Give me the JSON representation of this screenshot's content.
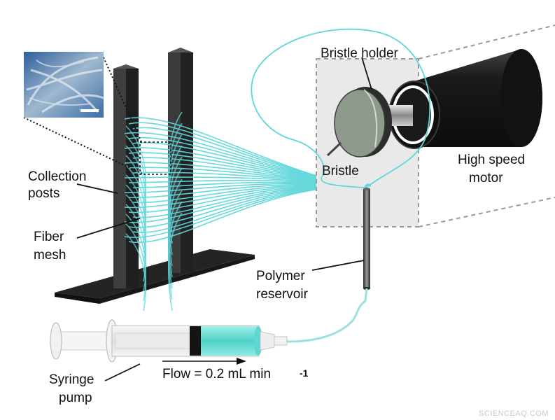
{
  "labels": {
    "bristle_holder": "Bristle holder",
    "bristle": "Bristle",
    "high_speed_motor": [
      "High speed",
      "motor"
    ],
    "collection_posts": [
      "Collection",
      "posts"
    ],
    "fiber_mesh": [
      "Fiber",
      "mesh"
    ],
    "polymer_reservoir": [
      "Polymer",
      "reservoir"
    ],
    "syringe_pump": [
      "Syringe",
      "pump"
    ],
    "flow": "Flow = 0.2 mL min",
    "flow_exponent": "-1"
  },
  "watermark": "SCIENCEAQ.COM",
  "colors": {
    "fiber": "#5fd6da",
    "post": "#3a3a3a",
    "base": "#252525",
    "motor": "#1c1c1c",
    "disk": "#8e9a8b",
    "polymer": "#55d3c9",
    "inset_photo": "#7aa3c8"
  }
}
